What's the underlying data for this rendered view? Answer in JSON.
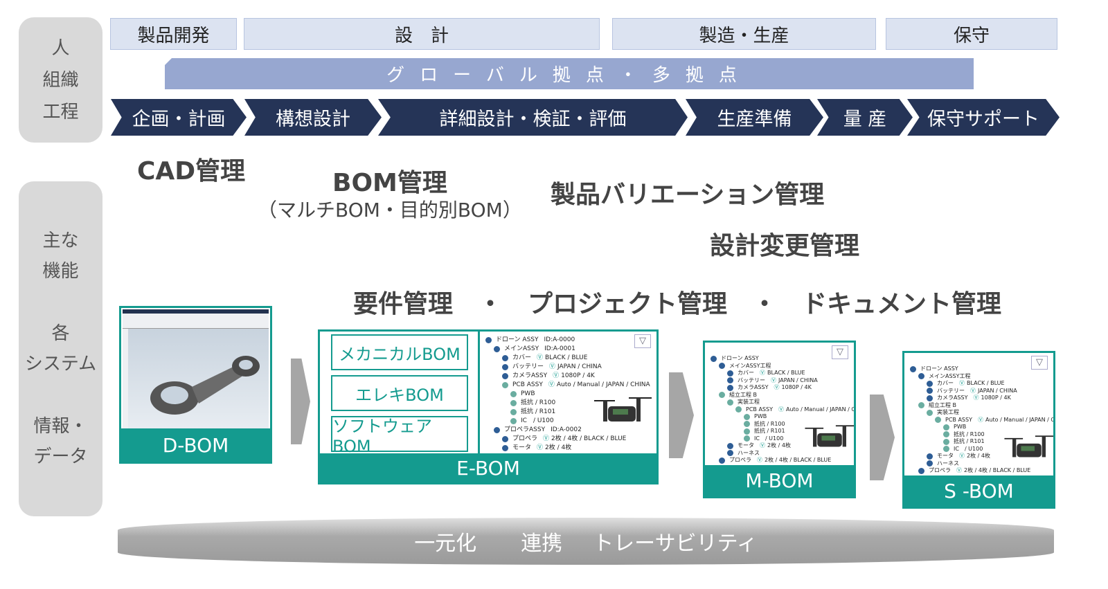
{
  "side_panels": {
    "top": [
      "人",
      "組織",
      "工程"
    ],
    "bottom": [
      "主な",
      "機能",
      "各",
      "システム",
      "情報・",
      "データ"
    ]
  },
  "header": [
    "製品開発",
    "設　計",
    "製造・生産",
    "保守"
  ],
  "global_bar": "グローバル拠点・多拠点",
  "process": [
    "企画・計画",
    "構想設計",
    "詳細設計・検証・評価",
    "生産準備",
    "量 産",
    "保守サポート"
  ],
  "functions": {
    "cad": "CAD管理",
    "bom": "BOM管理",
    "bom_sub": "（マルチBOM・目的別BOM）",
    "variation": "製品バリエーション管理",
    "change": "設計変更管理",
    "common": "要件管理　・　プロジェクト管理　・　ドキュメント管理"
  },
  "dbom": {
    "label": "D-BOM"
  },
  "ebom": {
    "label": "E-BOM",
    "buttons": [
      "メカニカルBOM",
      "エレキBOM",
      "ソフトウェアBOM"
    ],
    "tree": [
      [
        0,
        1,
        "ドローン ASSY",
        "ID:A-0000",
        ""
      ],
      [
        1,
        1,
        "メインASSY",
        "ID:A-0001",
        ""
      ],
      [
        2,
        1,
        "カバー",
        "",
        "BLACK / BLUE"
      ],
      [
        2,
        1,
        "バッテリー",
        "",
        "JAPAN / CHINA"
      ],
      [
        2,
        1,
        "カメラASSY",
        "",
        "1080P / 4K"
      ],
      [
        2,
        2,
        "PCB ASSY",
        "",
        "Auto / Manual / JAPAN / CHINA"
      ],
      [
        3,
        2,
        "PWB",
        "",
        ""
      ],
      [
        3,
        2,
        "抵抗 / R100",
        "",
        ""
      ],
      [
        3,
        2,
        "抵抗 / R101",
        "",
        ""
      ],
      [
        3,
        2,
        "IC　/ U100",
        "",
        ""
      ],
      [
        1,
        1,
        "プロペラASSY",
        "ID:A-0002",
        ""
      ],
      [
        2,
        1,
        "プロペラ",
        "",
        "2枚 / 4枚 / BLACK / BLUE"
      ],
      [
        2,
        1,
        "モータ",
        "",
        "2枚 / 4枚"
      ]
    ]
  },
  "mbom": {
    "label": "M-BOM",
    "tree": [
      [
        0,
        1,
        "ドローン ASSY",
        "",
        ""
      ],
      [
        1,
        1,
        "メインASSY工程",
        "",
        ""
      ],
      [
        2,
        1,
        "カバー",
        "",
        "BLACK / BLUE"
      ],
      [
        2,
        1,
        "バッテリー",
        "",
        "JAPAN / CHINA"
      ],
      [
        2,
        1,
        "カメラASSY",
        "",
        "1080P / 4K"
      ],
      [
        1,
        2,
        "組立工程 B",
        "",
        ""
      ],
      [
        2,
        2,
        "実装工程",
        "",
        ""
      ],
      [
        3,
        2,
        "PCB ASSY",
        "",
        "Auto / Manual / JAPAN / CHINA"
      ],
      [
        4,
        2,
        "PWB",
        "",
        ""
      ],
      [
        4,
        2,
        "抵抗 / R100",
        "",
        ""
      ],
      [
        4,
        2,
        "抵抗 / R101",
        "",
        ""
      ],
      [
        4,
        2,
        "IC　/ U100",
        "",
        ""
      ],
      [
        2,
        1,
        "モータ",
        "",
        "2枚 / 4枚"
      ],
      [
        2,
        1,
        "ハーネス",
        "",
        ""
      ],
      [
        1,
        1,
        "プロペラ",
        "",
        "2枚 / 4枚 / BLACK / BLUE"
      ]
    ]
  },
  "sbom": {
    "label": "S -BOM",
    "tree": [
      [
        0,
        1,
        "ドローン ASSY",
        "",
        ""
      ],
      [
        1,
        1,
        "メインASSY工程",
        "",
        ""
      ],
      [
        2,
        1,
        "カバー",
        "",
        "BLACK / BLUE"
      ],
      [
        2,
        1,
        "バッテリー",
        "",
        "JAPAN / CHINA"
      ],
      [
        2,
        1,
        "カメラASSY",
        "",
        "1080P / 4K"
      ],
      [
        1,
        2,
        "組立工程 B",
        "",
        ""
      ],
      [
        2,
        2,
        "実装工程",
        "",
        ""
      ],
      [
        3,
        2,
        "PCB ASSY",
        "",
        "Auto / Manual / JAPAN / CHINA"
      ],
      [
        4,
        2,
        "PWB",
        "",
        ""
      ],
      [
        4,
        2,
        "抵抗 / R100",
        "",
        ""
      ],
      [
        4,
        2,
        "抵抗 / R101",
        "",
        ""
      ],
      [
        4,
        2,
        "IC　/ U100",
        "",
        ""
      ],
      [
        2,
        1,
        "モータ",
        "",
        "2枚 / 4枚"
      ],
      [
        2,
        1,
        "ハーネス",
        "",
        ""
      ],
      [
        1,
        1,
        "プロペラ",
        "",
        "2枚 / 4枚 / BLACK / BLUE"
      ]
    ]
  },
  "foundation": [
    "一元化",
    "連携",
    "トレーサビリティ"
  ],
  "colors": {
    "teal": "#149b8f",
    "navy": "#253457",
    "global": "#97a7d0",
    "header": "#dce3f1"
  }
}
